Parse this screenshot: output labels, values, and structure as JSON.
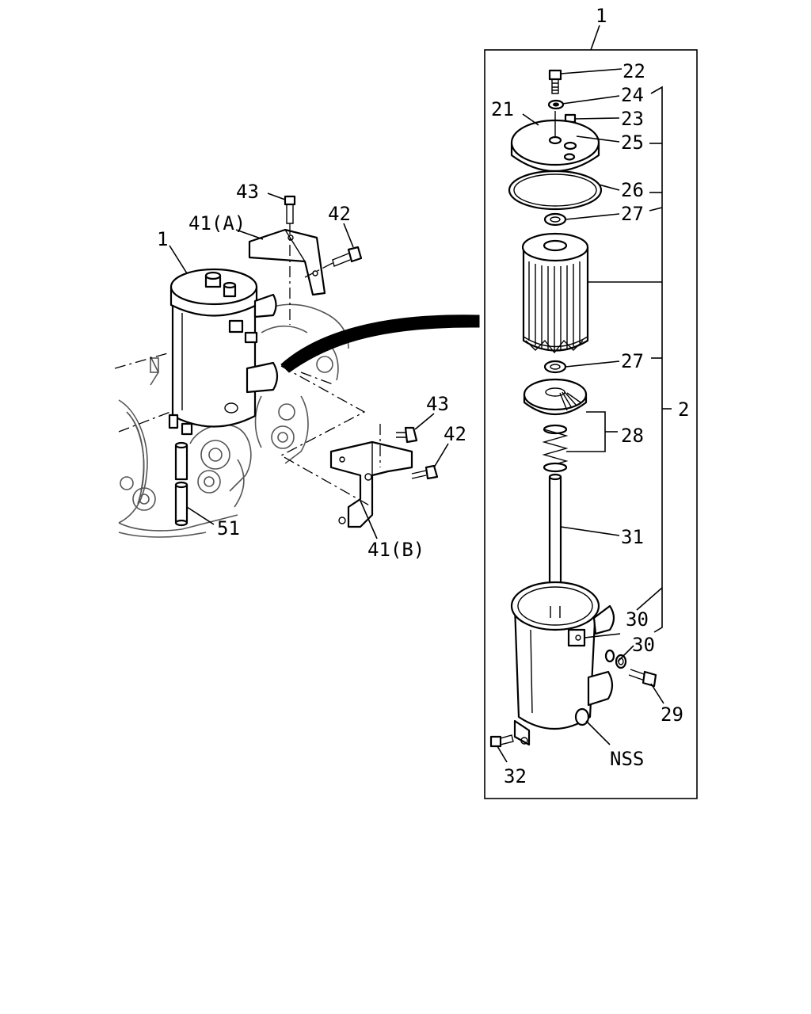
{
  "labels": {
    "box_top": "1",
    "p22": "22",
    "p24": "24",
    "p21": "21",
    "p23": "23",
    "p25": "25",
    "p26": "26",
    "p27a": "27",
    "p27b": "27",
    "p28": "28",
    "p2": "2",
    "p31": "31",
    "p30a": "30",
    "p30b": "30",
    "p29": "29",
    "nss": "NSS",
    "p32": "32",
    "p43a": "43",
    "p41a": "41(A)",
    "p42a": "42",
    "p1": "1",
    "p43b": "43",
    "p42b": "42",
    "p51": "51",
    "p41b": "41(B)"
  }
}
